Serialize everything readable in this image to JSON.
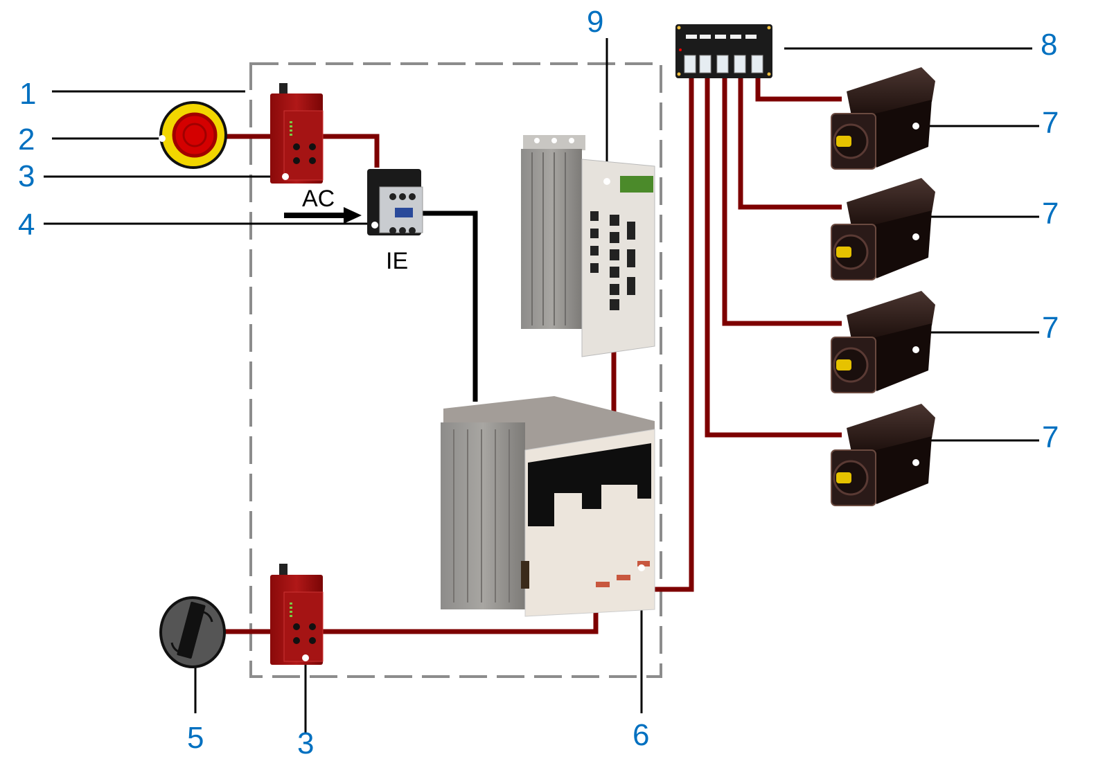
{
  "diagram": {
    "type": "wiring-topology",
    "colors": {
      "callout_text": "#0070c0",
      "safety_cable": "#7d0000",
      "power_cable": "#000000",
      "boundary": "#8c8c8c",
      "leader_line": "#000000"
    },
    "callouts": [
      {
        "id": "c1",
        "label": "1",
        "refers_to": "control-cabinet-boundary"
      },
      {
        "id": "c2",
        "label": "2",
        "refers_to": "emergency-stop-button"
      },
      {
        "id": "c3a",
        "label": "3",
        "refers_to": "safety-relay-module-top"
      },
      {
        "id": "c4",
        "label": "4",
        "refers_to": "contactor"
      },
      {
        "id": "c5",
        "label": "5",
        "refers_to": "key-selector-switch"
      },
      {
        "id": "c3b",
        "label": "3",
        "refers_to": "safety-relay-module-bottom"
      },
      {
        "id": "c6",
        "label": "6",
        "refers_to": "power-supply-unit"
      },
      {
        "id": "c7a",
        "label": "7",
        "refers_to": "servo-motor-1"
      },
      {
        "id": "c7b",
        "label": "7",
        "refers_to": "servo-motor-2"
      },
      {
        "id": "c7c",
        "label": "7",
        "refers_to": "servo-motor-3"
      },
      {
        "id": "c7d",
        "label": "7",
        "refers_to": "servo-motor-4"
      },
      {
        "id": "c8",
        "label": "8",
        "refers_to": "distribution-box"
      },
      {
        "id": "c9",
        "label": "9",
        "refers_to": "motion-controller"
      }
    ],
    "annotations": {
      "ac_label": "AC",
      "ie_label": "IE"
    },
    "motor_count": 4,
    "distribution_ports": 5
  }
}
